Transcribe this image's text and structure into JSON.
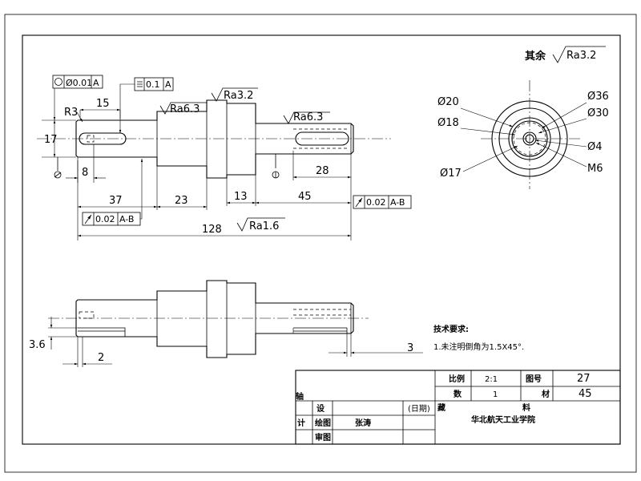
{
  "sheet": {
    "roughness_note_prefix": "其余",
    "roughness_note_value": "Ra3.2"
  },
  "front_view": {
    "gdt": {
      "circularity": "Ø0.01",
      "circularity_datum": "A",
      "parallelism": "0.1",
      "parallelism_datum": "A",
      "runout_left": "0.02",
      "runout_left_datum": "A-B",
      "runout_right": "0.02",
      "runout_right_datum": "A-B"
    },
    "roughness": {
      "collar": "Ra3.2",
      "left_shoulder": "Ra6.3",
      "right_shaft": "Ra6.3",
      "overall": "Ra1.6"
    },
    "dims": {
      "r3": "R3",
      "d15": "15",
      "d17": "17",
      "d8": "8",
      "d37": "37",
      "d23": "23",
      "d13": "13",
      "d45": "45",
      "d28": "28",
      "d128": "128"
    }
  },
  "end_view": {
    "labels": {
      "d20": "Ø20",
      "d18": "Ø18",
      "d17": "Ø17",
      "d36": "Ø36",
      "d30": "Ø30",
      "d4": "Ø4",
      "m6": "M6"
    }
  },
  "bottom_view": {
    "dims": {
      "d36": "3.6",
      "d2": "2",
      "d3": "3"
    }
  },
  "tech_requirements": {
    "title": "技术要求:",
    "item1": "1.未注明倒角为1.5X45°."
  },
  "title_block": {
    "scale_label": "比例",
    "scale_value": "2:1",
    "drawing_no_label": "图号",
    "drawing_no_value": "27",
    "qty_label": "数",
    "qty_value": "1",
    "material_label": "材",
    "material_value": "45",
    "part_name": "轴",
    "design_label": "设",
    "date_label": "(日期)",
    "drafter_label": "绘图",
    "drafter_name": "张涛",
    "review_label": "审图",
    "calc_label": "计",
    "school": "华北航天工业学院",
    "unit_label": "料"
  }
}
